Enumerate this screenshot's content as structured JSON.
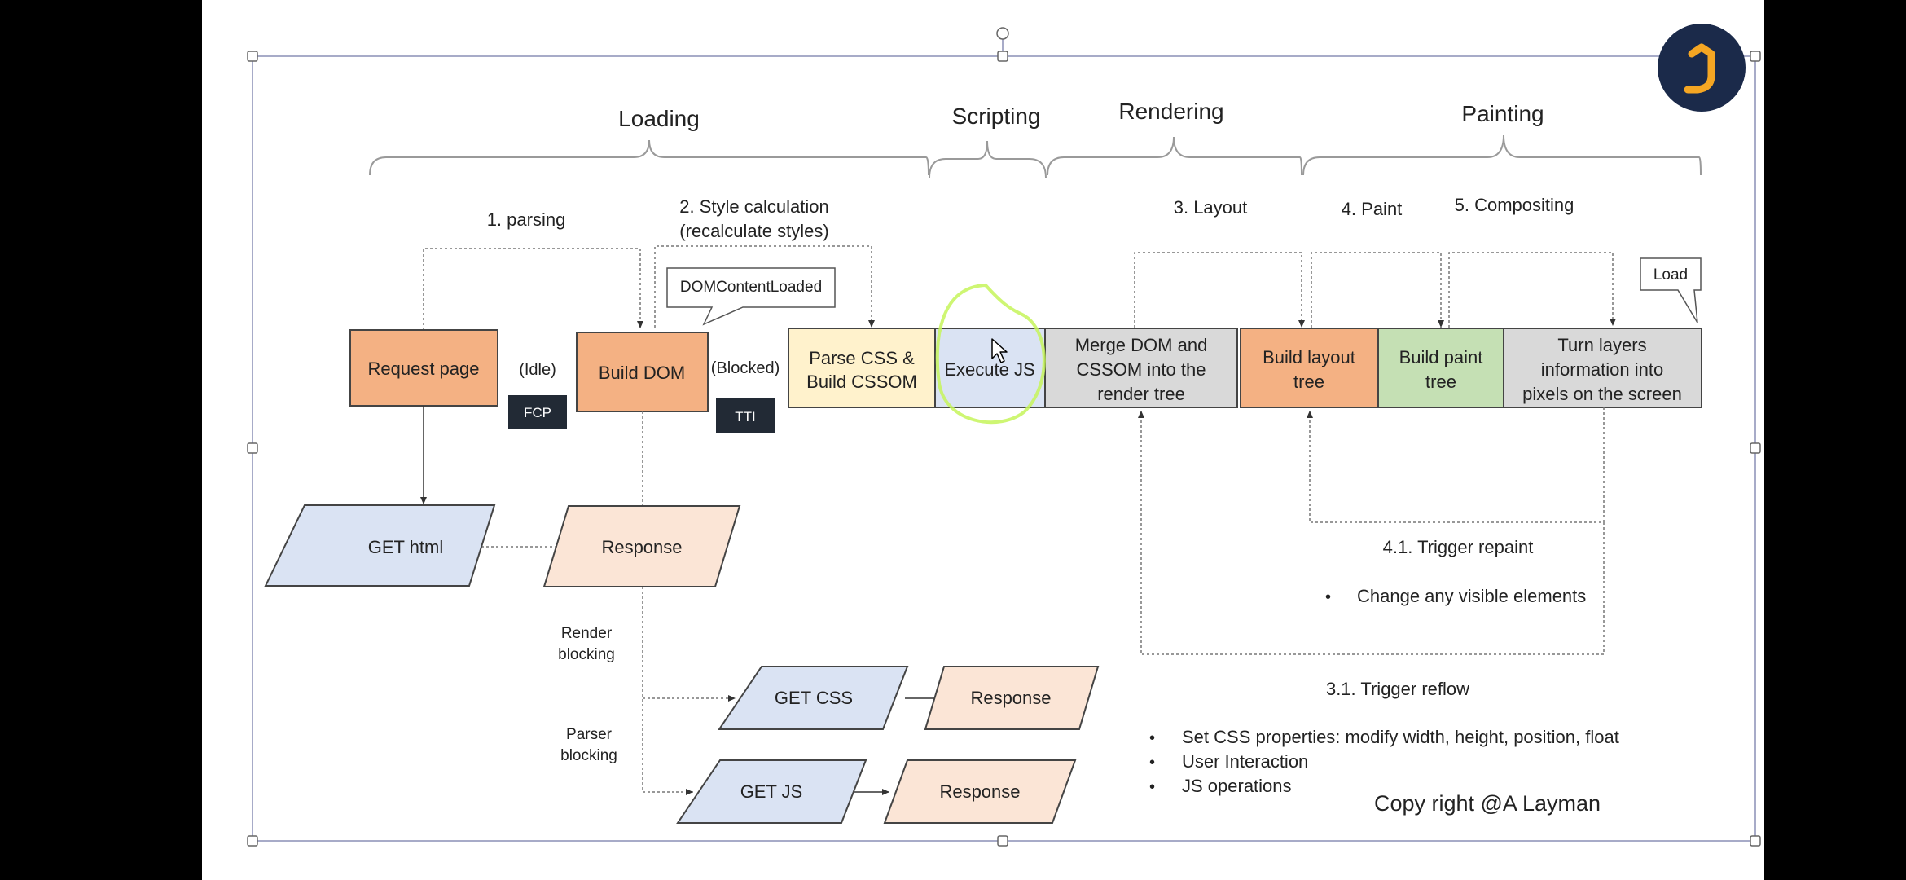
{
  "phases": [
    {
      "label": "Loading"
    },
    {
      "label": "Scripting"
    },
    {
      "label": "Rendering"
    },
    {
      "label": "Painting"
    }
  ],
  "steps": {
    "parsing": "1. parsing",
    "style_calc_1": "2. Style calculation",
    "style_calc_2": "(recalculate styles)",
    "layout": "3. Layout",
    "paint": "4. Paint",
    "compositing": "5. Compositing"
  },
  "callouts": {
    "dom_content_loaded": "DOMContentLoaded",
    "load": "Load"
  },
  "state_labels": {
    "idle": "(Idle)",
    "blocked": "(Blocked)",
    "fcp": "FCP",
    "tti": "TTI"
  },
  "boxes": {
    "request_page": "Request page",
    "build_dom": "Build DOM",
    "parse_css_1": "Parse CSS &",
    "parse_css_2": "Build CSSOM",
    "execute_js": "Execute JS",
    "merge_1": "Merge DOM and",
    "merge_2": "CSSOM into the",
    "merge_3": "render tree",
    "build_layout_1": "Build layout",
    "build_layout_2": "tree",
    "build_paint_1": "Build paint",
    "build_paint_2": "tree",
    "turn_layers_1": "Turn layers",
    "turn_layers_2": "information into",
    "turn_layers_3": "pixels on the screen"
  },
  "network": {
    "get_html": "GET html",
    "response_html": "Response",
    "get_css": "GET CSS",
    "response_css": "Response",
    "get_js": "GET JS",
    "response_js": "Response"
  },
  "blocking": {
    "render_1": "Render",
    "render_2": "blocking",
    "parser_1": "Parser",
    "parser_2": "blocking"
  },
  "repaint": {
    "title": "4.1. Trigger repaint",
    "items": [
      "Change any visible elements"
    ]
  },
  "reflow": {
    "title": "3.1. Trigger reflow",
    "items": [
      "Set CSS properties: modify width, height, position, float",
      "User Interaction",
      "JS operations"
    ]
  },
  "copyright": "Copy right @A Layman",
  "colors": {
    "orange": "#F4B183",
    "yellow": "#FFF2CC",
    "blue": "#DAE3F3",
    "grey": "#D9D9D9",
    "green": "#C5E0B4",
    "peach": "#FBE5D6",
    "dark_badge": "#222A35",
    "brand_circle": "#1B2A4A",
    "brand_mark": "#F5A623",
    "highlighter": "#C6F55A"
  }
}
